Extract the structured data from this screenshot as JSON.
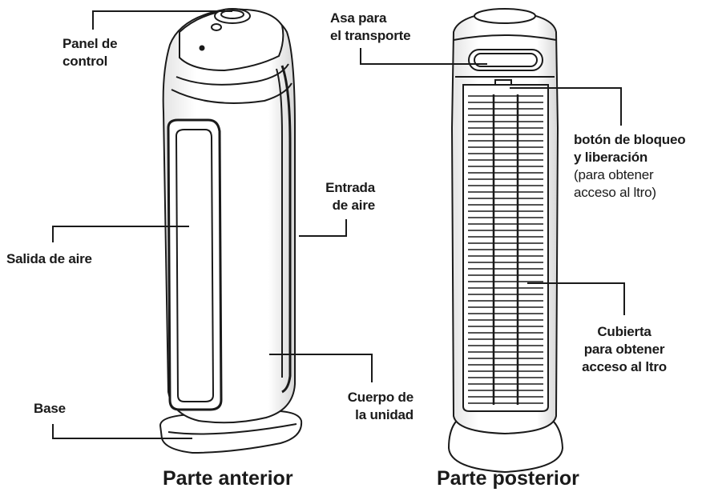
{
  "labels": {
    "panel_control": [
      "Panel de",
      "control"
    ],
    "salida_aire": "Salida de aire",
    "entrada_aire": [
      "Entrada",
      "de aire"
    ],
    "cuerpo_unidad": [
      "Cuerpo de",
      "la unidad"
    ],
    "base": "Base",
    "asa_transporte": [
      "Asa para",
      "el transporte"
    ],
    "boton_bloqueo": [
      "botón de bloqueo",
      "y liberación"
    ],
    "boton_bloqueo_note": [
      "(para obtener",
      "acceso al  ltro)"
    ],
    "cubierta": [
      "Cubierta",
      "para obtener",
      "acceso al  ltro"
    ]
  },
  "captions": {
    "front": "Parte anterior",
    "back": "Parte posterior"
  },
  "colors": {
    "ink": "#1a1a1a",
    "body_fill": "#ffffff",
    "shade": "#c8c8c8"
  }
}
